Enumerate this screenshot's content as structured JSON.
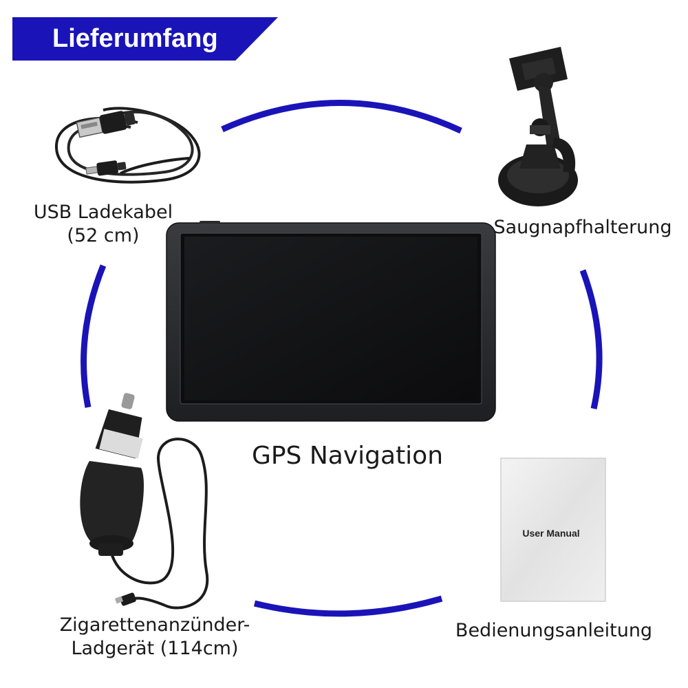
{
  "header": {
    "title": "Lieferumfang"
  },
  "items": {
    "usb_cable": {
      "line1": "USB Ladekabel",
      "line2": "(52 cm)"
    },
    "suction_mount": {
      "label": "Saugnapfhalterung"
    },
    "gps_device": {
      "label": "GPS Navigation"
    },
    "car_charger": {
      "line1": "Zigarettenanzünder-",
      "line2": "Ladgerät (114cm)"
    },
    "manual": {
      "label": "Bedienungsanleitung",
      "cover_text": "User Manual"
    }
  },
  "colors": {
    "accent": "#1a14b8",
    "arc": "#1a14b8",
    "device_frame": "#2a2b2e",
    "screen": "#141416"
  }
}
